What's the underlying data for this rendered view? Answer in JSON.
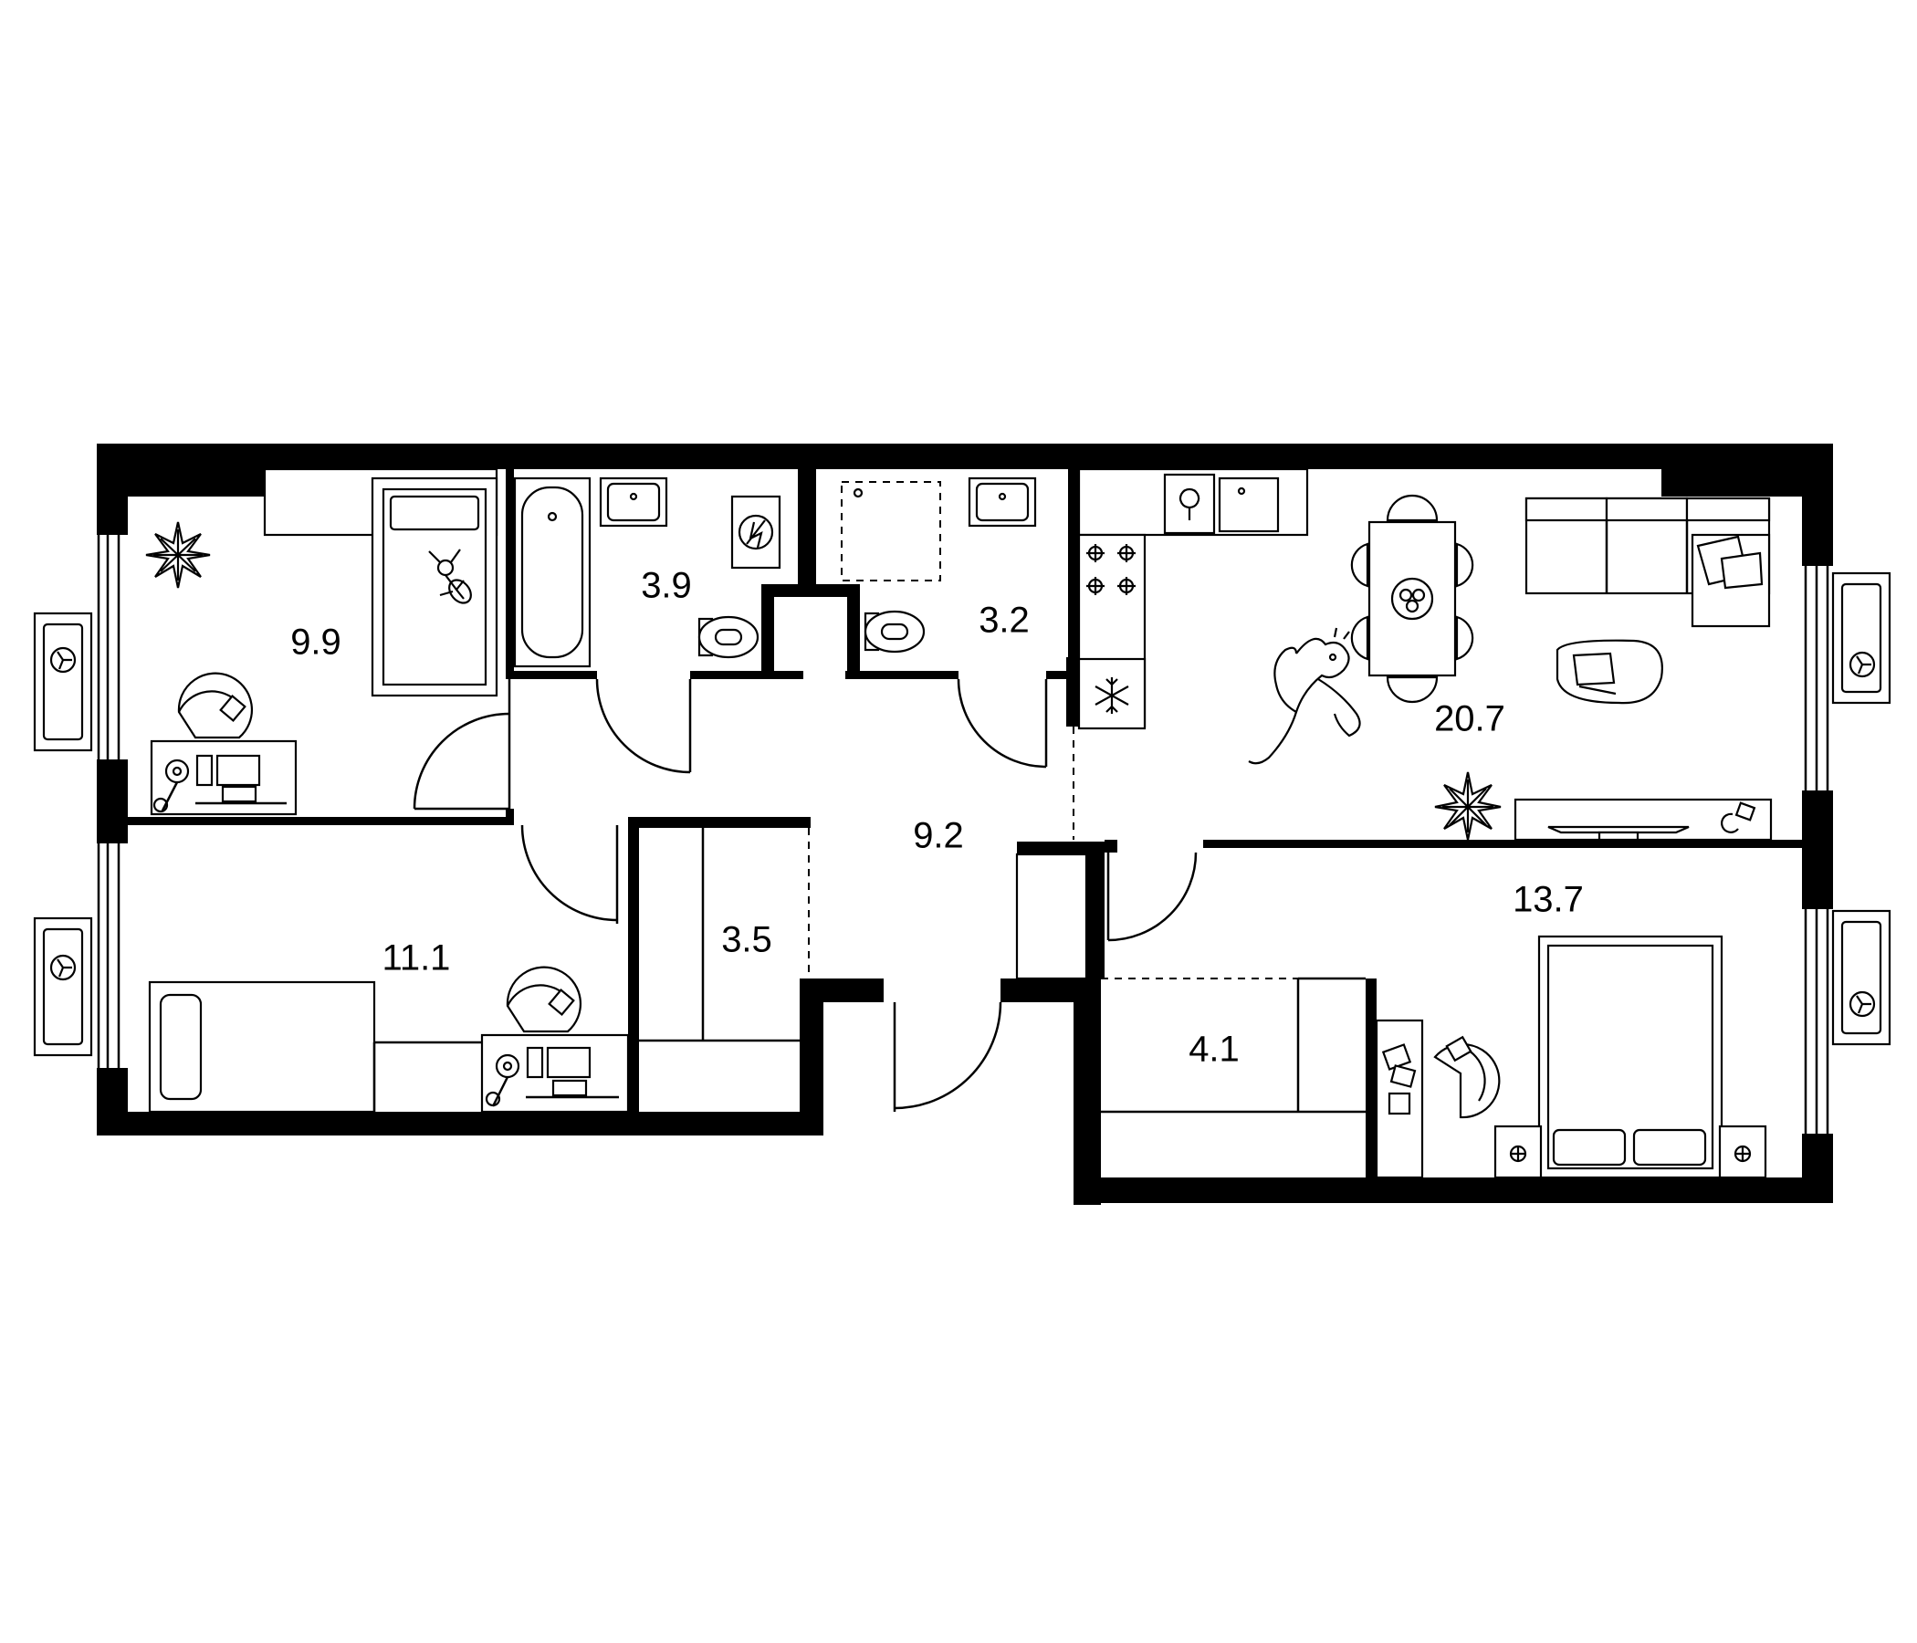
{
  "floor_plan": {
    "rooms": [
      {
        "id": "children-room",
        "area": "9.9"
      },
      {
        "id": "bathroom",
        "area": "3.9"
      },
      {
        "id": "wc",
        "area": "3.2"
      },
      {
        "id": "kitchen-living",
        "area": "20.7"
      },
      {
        "id": "hallway",
        "area": "9.2"
      },
      {
        "id": "bedroom-left",
        "area": "11.1"
      },
      {
        "id": "storage",
        "area": "3.5"
      },
      {
        "id": "bedroom-master",
        "area": "13.7"
      },
      {
        "id": "wardrobe",
        "area": "4.1"
      }
    ],
    "colors": {
      "wall": "#000000",
      "background": "#ffffff"
    }
  }
}
